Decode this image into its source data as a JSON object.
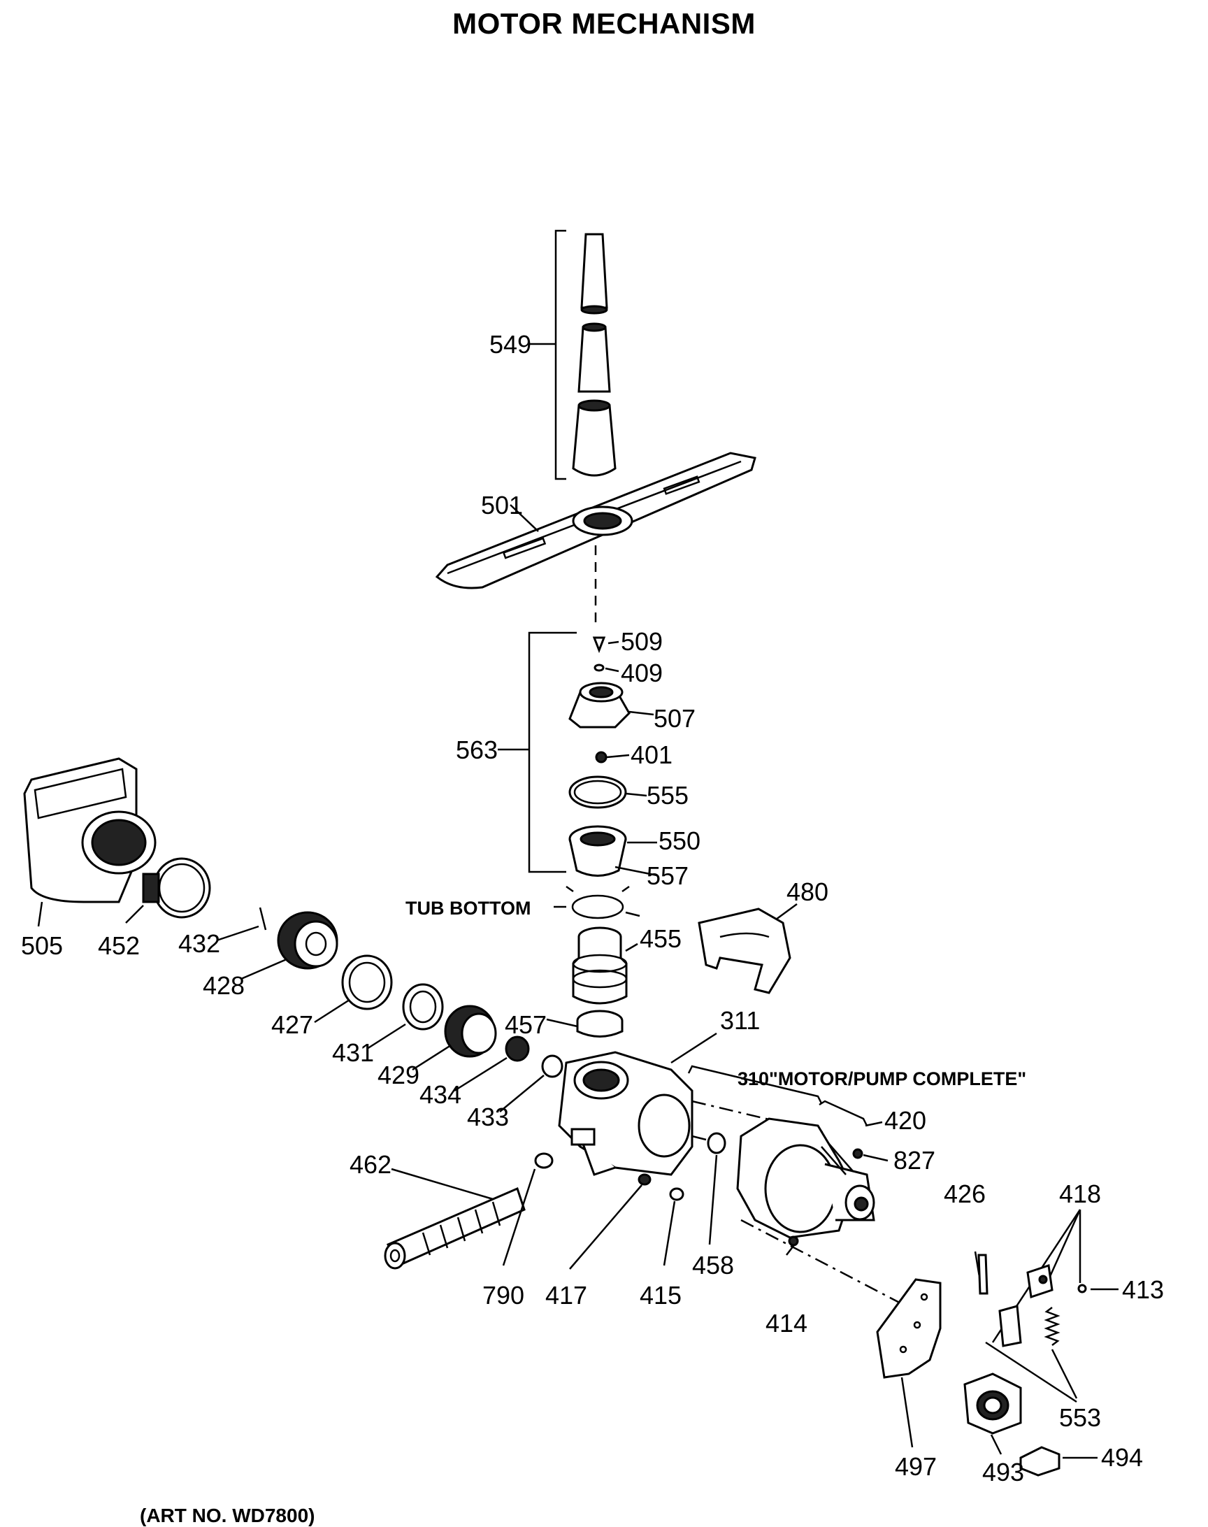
{
  "title": "MOTOR MECHANISM",
  "footer": "(ART NO. WD7800)",
  "notes": {
    "tub_bottom": "TUB BOTTOM",
    "motor_pump_complete": "310\"MOTOR/PUMP COMPLETE\""
  },
  "callouts": {
    "c549": "549",
    "c501": "501",
    "c509": "509",
    "c409": "409",
    "c507": "507",
    "c563": "563",
    "c401": "401",
    "c555": "555",
    "c550": "550",
    "c557": "557",
    "c480": "480",
    "c455": "455",
    "c505": "505",
    "c452": "452",
    "c432": "432",
    "c428": "428",
    "c427": "427",
    "c431": "431",
    "c429": "429",
    "c457": "457",
    "c311": "311",
    "c434": "434",
    "c433": "433",
    "c420": "420",
    "c462": "462",
    "c827": "827",
    "c426": "426",
    "c418": "418",
    "c790": "790",
    "c417": "417",
    "c415": "415",
    "c458": "458",
    "c414": "414",
    "c413": "413",
    "c553": "553",
    "c497": "497",
    "c493": "493",
    "c494": "494"
  }
}
